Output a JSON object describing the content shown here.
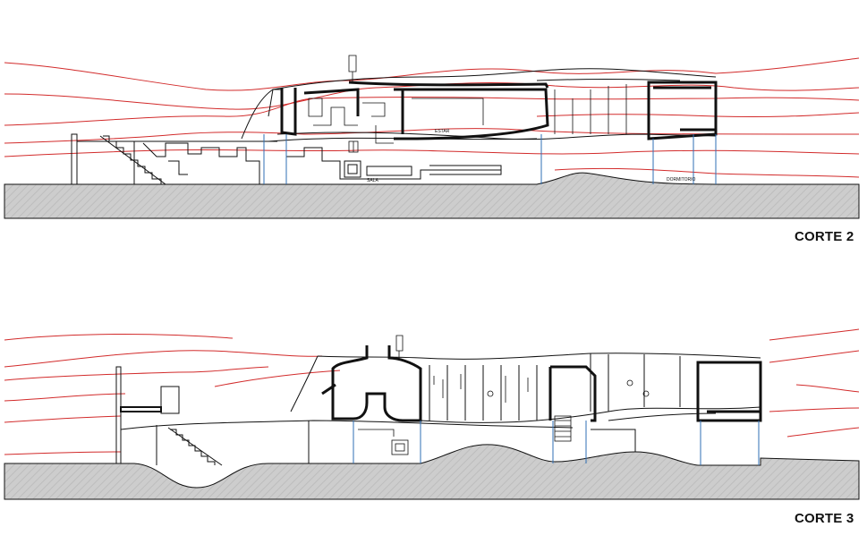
{
  "sections": [
    {
      "title": "CORTE 2",
      "rooms": [
        "ESTAR",
        "SALA",
        "DORMITORIO"
      ]
    },
    {
      "title": "CORTE 3",
      "rooms": []
    }
  ],
  "colors": {
    "contour": "#d22b2b",
    "structure": "#2f6fb5",
    "ground": "#c9c9c9",
    "line": "#111111"
  }
}
